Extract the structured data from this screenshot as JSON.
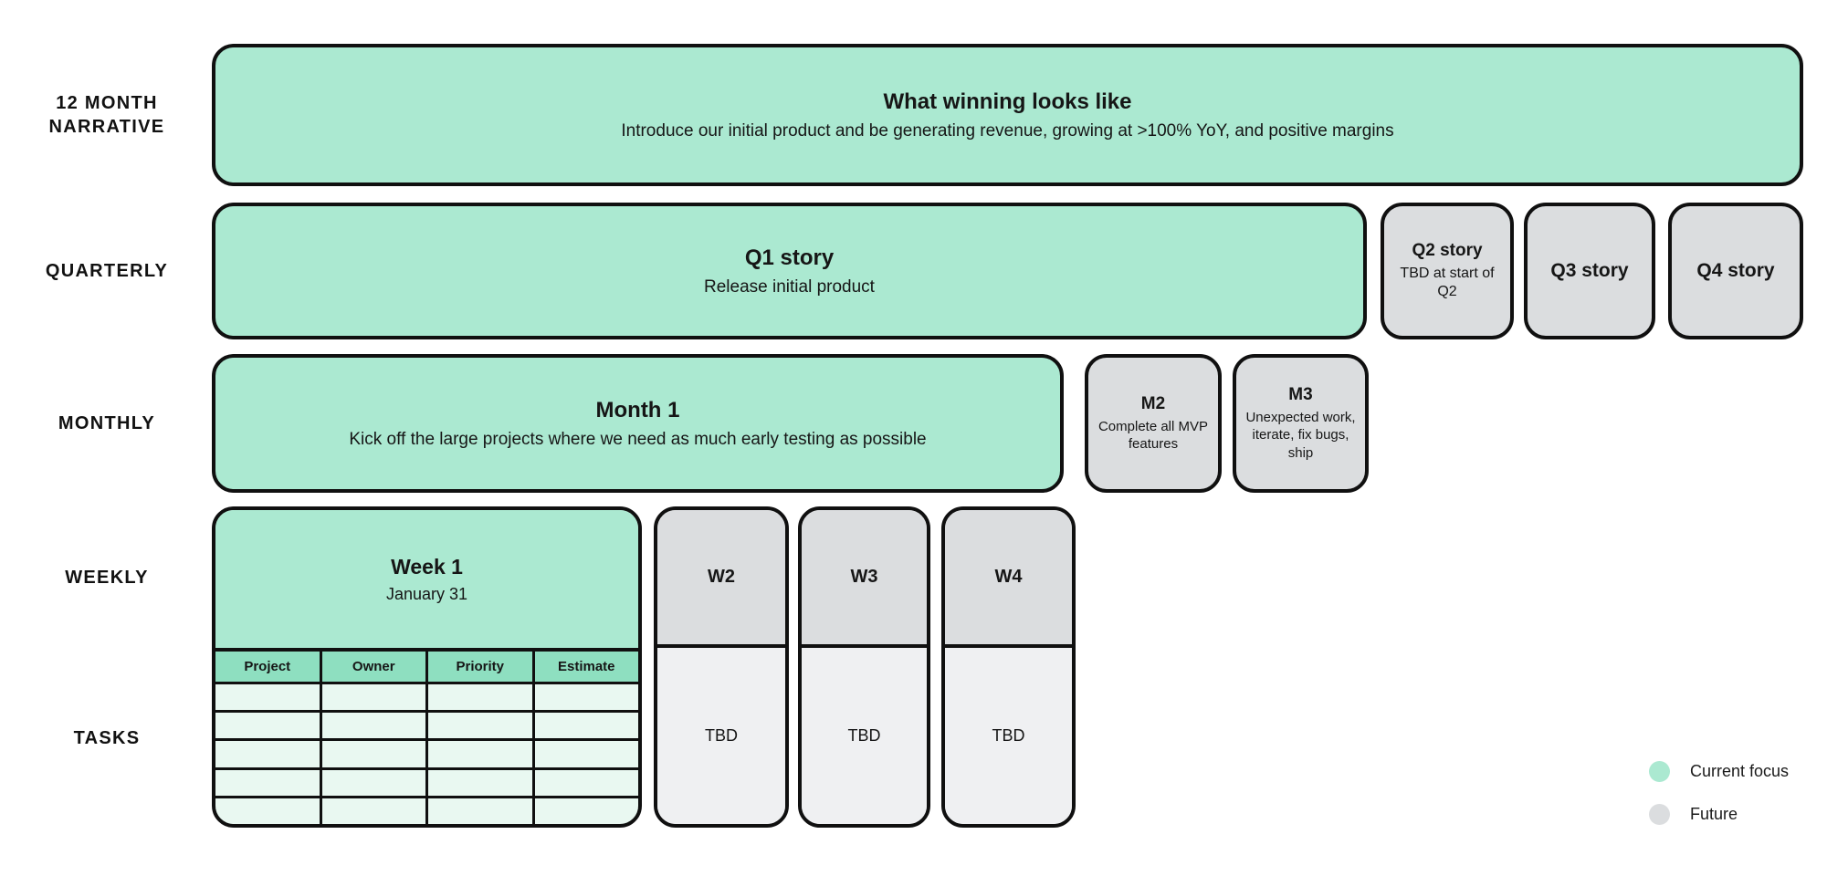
{
  "colors": {
    "current_focus": "#abe9d1",
    "future": "#dbdddf",
    "table_header_green": "#8edfc0",
    "table_cell_mint": "#e9f8f1",
    "future_body_light": "#eff0f2",
    "outline": "#101010"
  },
  "rows": {
    "narrative": {
      "label_line1": "12 MONTH",
      "label_line2": "NARRATIVE",
      "box": {
        "title": "What winning looks like",
        "subtitle": "Introduce our initial product and be generating revenue, growing at >100% YoY, and positive margins",
        "status": "current"
      }
    },
    "quarterly": {
      "label": "QUARTERLY",
      "boxes": [
        {
          "title": "Q1 story",
          "subtitle": "Release initial product",
          "status": "current"
        },
        {
          "title": "Q2 story",
          "subtitle": "TBD at start of Q2",
          "status": "future"
        },
        {
          "title": "Q3 story",
          "status": "future"
        },
        {
          "title": "Q4 story",
          "status": "future"
        }
      ]
    },
    "monthly": {
      "label": "MONTHLY",
      "boxes": [
        {
          "title": "Month 1",
          "subtitle": "Kick off the large projects where we need as much early testing as possible",
          "status": "current"
        },
        {
          "title": "M2",
          "subtitle": "Complete all MVP features",
          "status": "future"
        },
        {
          "title": "M3",
          "subtitle": "Unexpected work, iterate, fix bugs, ship",
          "status": "future"
        }
      ]
    },
    "weekly": {
      "label": "WEEKLY",
      "week1": {
        "title": "Week 1",
        "subtitle": "January 31",
        "status": "current"
      },
      "future_weeks": [
        {
          "title": "W2",
          "body": "TBD"
        },
        {
          "title": "W3",
          "body": "TBD"
        },
        {
          "title": "W4",
          "body": "TBD"
        }
      ]
    },
    "tasks": {
      "label": "TASKS",
      "table": {
        "headers": [
          "Project",
          "Owner",
          "Priority",
          "Estimate"
        ],
        "empty_rows": 5
      }
    }
  },
  "legend": [
    {
      "label": "Current focus",
      "color": "#abe9d1"
    },
    {
      "label": "Future",
      "color": "#dbdddf"
    }
  ]
}
